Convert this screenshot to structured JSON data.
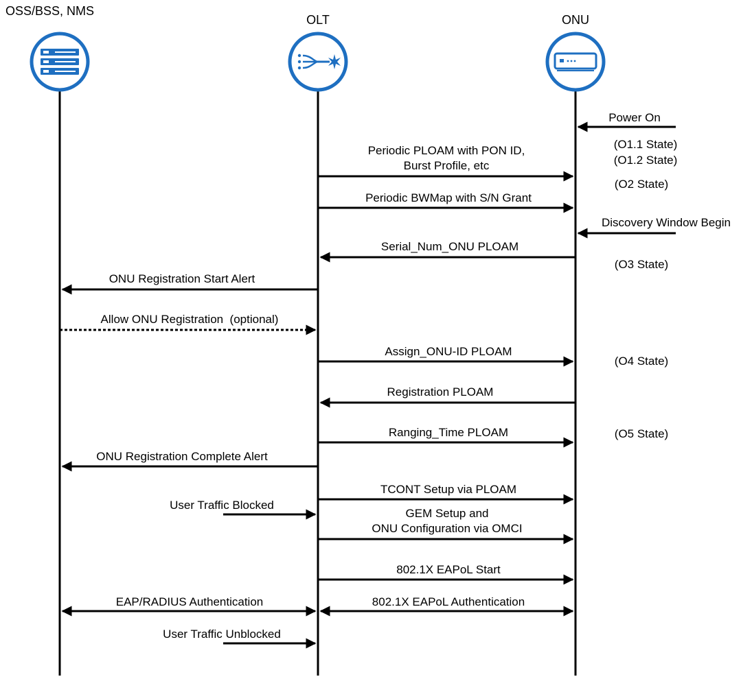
{
  "actors": {
    "nms": {
      "label": "OSS/BSS, NMS",
      "icon": "server-rack-icon"
    },
    "olt": {
      "label": "OLT",
      "icon": "optical-splitter-icon"
    },
    "onu": {
      "label": "ONU",
      "icon": "network-device-icon"
    }
  },
  "colors": {
    "icon_ring": "#1e6fc1",
    "line": "#000000"
  },
  "messages": [
    {
      "id": "power-on",
      "text": "Power On"
    },
    {
      "id": "ploam-pon-id",
      "line1": "Periodic PLOAM with PON ID,",
      "line2": "Burst Profile, etc"
    },
    {
      "id": "bwmap",
      "text": "Periodic BWMap with S/N Grant"
    },
    {
      "id": "discovery-window",
      "text": "Discovery Window Begin"
    },
    {
      "id": "serial-num",
      "text": "Serial_Num_ONU PLOAM"
    },
    {
      "id": "reg-start-alert",
      "text": "ONU Registration Start Alert"
    },
    {
      "id": "allow-reg",
      "text": "Allow ONU Registration  (optional)"
    },
    {
      "id": "assign-onu-id",
      "text": "Assign_ONU-ID PLOAM"
    },
    {
      "id": "registration-ploam",
      "text": "Registration PLOAM"
    },
    {
      "id": "ranging-time",
      "text": "Ranging_Time PLOAM"
    },
    {
      "id": "reg-complete-alert",
      "text": "ONU Registration Complete Alert"
    },
    {
      "id": "tcont-setup",
      "text": "TCONT Setup via PLOAM"
    },
    {
      "id": "traffic-blocked",
      "text": "User Traffic Blocked"
    },
    {
      "id": "gem-setup",
      "line1": "GEM Setup and",
      "line2": "ONU Configuration via OMCI"
    },
    {
      "id": "eapol-start",
      "text": "802.1X EAPoL Start"
    },
    {
      "id": "eap-radius",
      "text": "EAP/RADIUS Authentication"
    },
    {
      "id": "eapol-auth",
      "text": "802.1X EAPoL Authentication"
    },
    {
      "id": "traffic-unblocked",
      "text": "User Traffic Unblocked"
    }
  ],
  "states": [
    "(O1.1 State)",
    "(O1.2 State)",
    "(O2 State)",
    "(O3 State)",
    "(O4 State)",
    "(O5 State)"
  ]
}
